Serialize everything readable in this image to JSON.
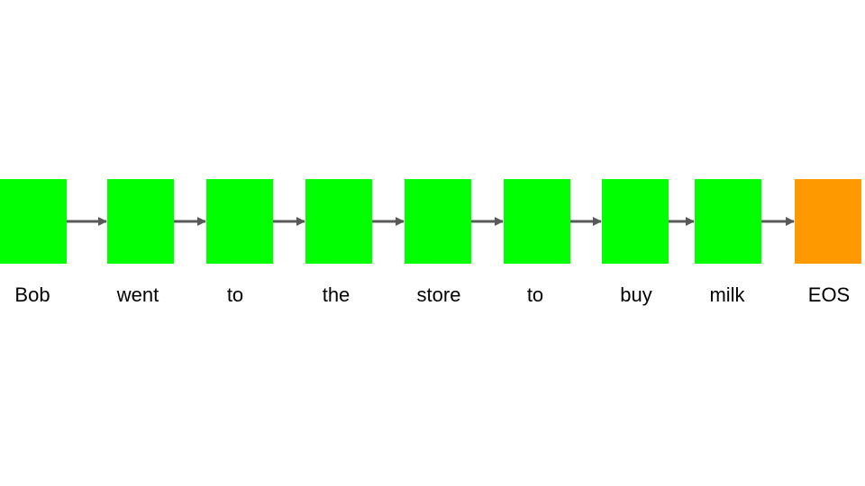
{
  "diagram": {
    "tokens": [
      {
        "label": "Bob",
        "type": "word"
      },
      {
        "label": "went",
        "type": "word"
      },
      {
        "label": "to",
        "type": "word"
      },
      {
        "label": "the",
        "type": "word"
      },
      {
        "label": "store",
        "type": "word"
      },
      {
        "label": "to",
        "type": "word"
      },
      {
        "label": "buy",
        "type": "word"
      },
      {
        "label": "milk",
        "type": "word"
      },
      {
        "label": "EOS",
        "type": "end"
      }
    ],
    "colors": {
      "word": "#00ff00",
      "end": "#ff9900",
      "arrow": "#595959"
    }
  }
}
